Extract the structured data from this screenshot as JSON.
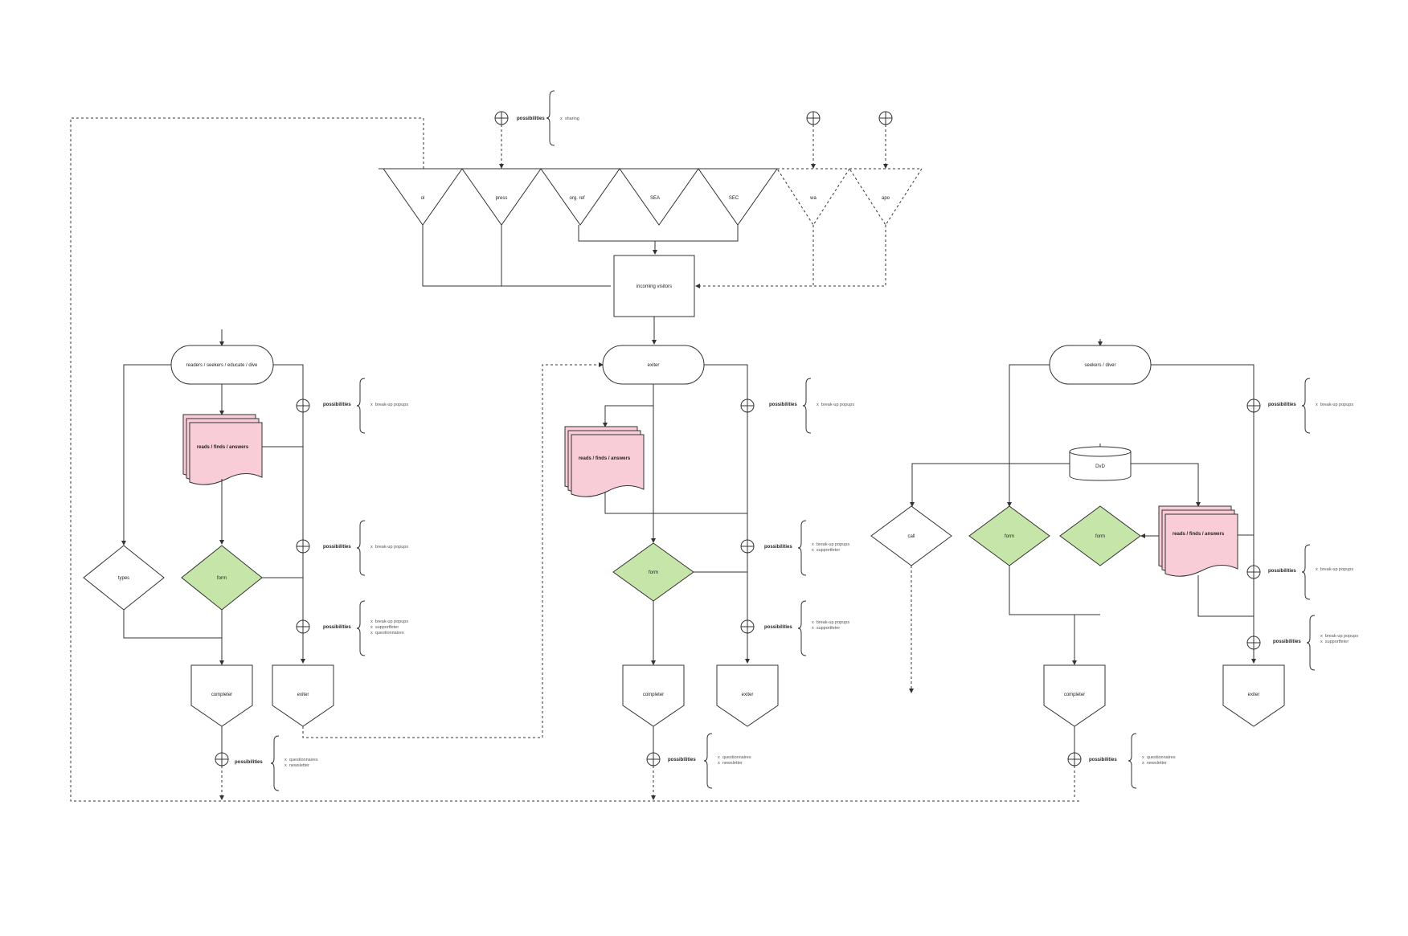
{
  "colors": {
    "pink": "#f8cdd8",
    "green": "#c5e6a8",
    "line": "#333333"
  },
  "top": {
    "sources": [
      "ol",
      "press",
      "org. ref",
      "SEA",
      "SEC"
    ],
    "sources_dashed": [
      "wa",
      "apo"
    ],
    "possibilities_label": "possibilities",
    "possibilities_items": [
      "sharing"
    ],
    "hub": "incoming visitors"
  },
  "left": {
    "start": "readers / seekers / educate / dive",
    "doc": "reads / finds / answers",
    "decision_white": "types",
    "decision_green": "form",
    "end_a": "completer",
    "end_b": "exiter",
    "poss_label": "possibilities",
    "poss1_items": [
      "break-up popups"
    ],
    "poss2_items": [
      "break-up popups"
    ],
    "poss3_items": [
      "break-up popups",
      "supportfeter",
      "questionnaires"
    ],
    "poss4_items": [
      "questionnaires",
      "newsletter"
    ]
  },
  "middle": {
    "start": "exiter",
    "doc": "reads / finds / answers",
    "decision_green": "form",
    "end_a": "completer",
    "end_b": "exiter",
    "poss_label": "possibilities",
    "poss1_items": [
      "break-up popups"
    ],
    "poss2_items": [
      "break-up popups",
      "supportfeter"
    ],
    "poss3_items": [
      "break-up popups",
      "supportfeter"
    ],
    "poss4_items": [
      "questionnaires",
      "newsletter"
    ]
  },
  "right": {
    "start": "seekers / diver",
    "db": "DvD",
    "decision_white": "call",
    "decision_green_a": "form",
    "decision_green_b": "form",
    "doc": "reads / finds / answers",
    "end_a": "completer",
    "end_b": "exiter",
    "poss_label": "possibilities",
    "poss1_items": [
      "break-up popups"
    ],
    "poss2_items": [
      "break-up popups"
    ],
    "poss3_items": [
      "break-up popups",
      "supportfeter"
    ],
    "poss4_items": [
      "questionnaires",
      "newsletter"
    ]
  }
}
